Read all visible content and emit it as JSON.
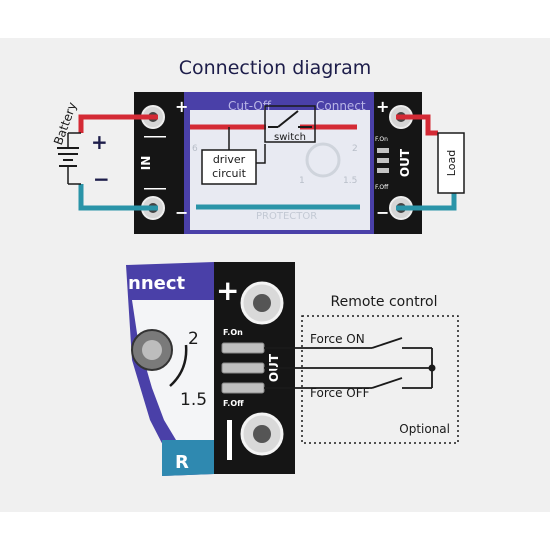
{
  "title": "Connection diagram",
  "top": {
    "battery_label": "Battery",
    "plus": "+",
    "minus": "−",
    "in_label": "IN",
    "out_label": "OUT",
    "driver_line1": "driver",
    "driver_line2": "circuit",
    "switch_label": "switch",
    "load_label": "Load",
    "f_on": "F.On",
    "f_off": "F.Off",
    "board_ghost_1": "Cut-Off",
    "board_ghost_2": "Connect",
    "board_ghost_3": "PROTECTOR",
    "dial_2": "2",
    "dial_15": "1.5",
    "dial_6": "6",
    "dial_1": "1"
  },
  "bottom": {
    "connect_text": "nnect",
    "dial_2": "2",
    "dial_15": "1.5",
    "plus": "+",
    "out_label": "OUT",
    "f_on": "F.On",
    "f_off": "F.Off",
    "r_letter": "R",
    "remote_title": "Remote control",
    "force_on": "Force ON",
    "force_off": "Force OFF",
    "optional": "Optional"
  },
  "colors": {
    "red_wire": "#d42a35",
    "teal_wire": "#2a94a8",
    "board_black": "#151515",
    "purple": "#4a40a8",
    "background": "#f0f0f0"
  }
}
